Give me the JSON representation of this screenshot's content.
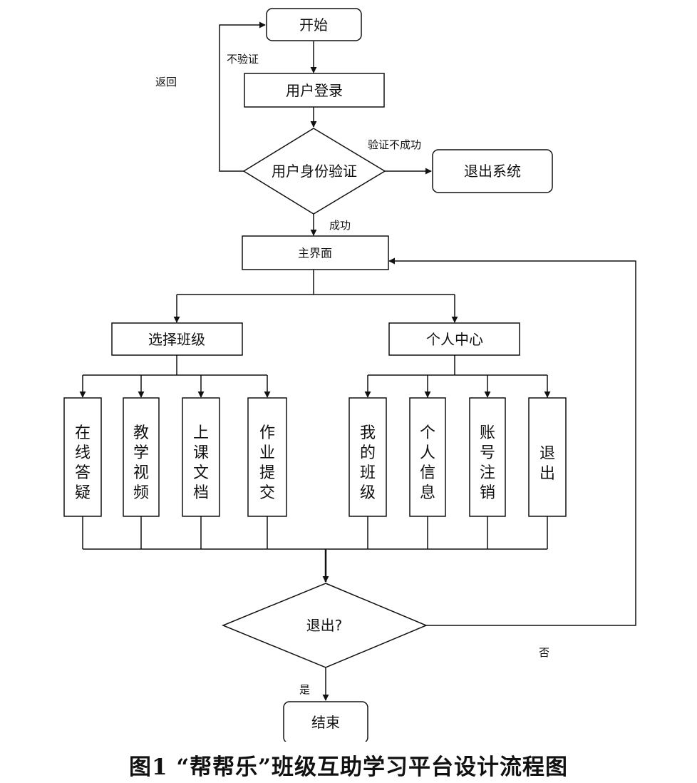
{
  "nodes": {
    "start": "开始",
    "login": "用户登录",
    "verify": "用户身份验证",
    "exit_system": "退出系统",
    "main": "主界面",
    "select_class": "选择班级",
    "personal_center": "个人中心",
    "online_qa": "在线答疑",
    "teaching_video": "教学视频",
    "lesson_doc": "上课文档",
    "homework_submit": "作业提交",
    "my_class": "我的班级",
    "personal_info": "个人信息",
    "account_cancel": "账号注销",
    "logout": "退出",
    "exit_question": "退出?",
    "end": "结束"
  },
  "edges": {
    "no_verify": "不验证",
    "back": "返回",
    "verify_fail": "验证不成功",
    "success": "成功",
    "no": "否",
    "yes": "是"
  },
  "caption": "图1 “帮帮乐”班级互助学习平台设计流程图"
}
